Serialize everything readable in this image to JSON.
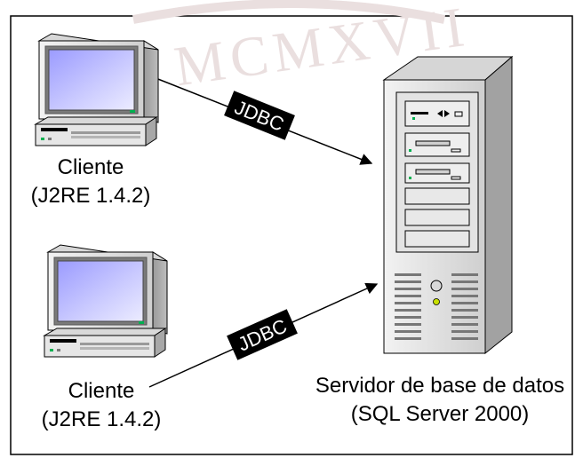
{
  "watermark": {
    "text": "MCMXVII",
    "color": "#eadfdf"
  },
  "nodes": {
    "client_top": {
      "name": "Cliente",
      "version": "(J2RE 1.4.2)",
      "icon": "desktop-computer-icon"
    },
    "client_bottom": {
      "name": "Cliente",
      "version": "(J2RE 1.4.2)",
      "icon": "desktop-computer-icon"
    },
    "server": {
      "name": "Servidor de base de datos",
      "version": "(SQL Server 2000)",
      "icon": "tower-server-icon"
    }
  },
  "connections": [
    {
      "from": "client_top",
      "to": "server",
      "label": "JDBC"
    },
    {
      "from": "client_bottom",
      "to": "server",
      "label": "JDBC"
    }
  ],
  "colors": {
    "border": "#000000",
    "case_light": "#e0e0e0",
    "case_mid": "#c8c8c8",
    "case_dark": "#8e8e8e",
    "screen": "#a5a5ff",
    "screen_glow": "#d8d8ff",
    "led_green": "#00b050",
    "tag_bg": "#000000",
    "tag_fg": "#ffffff"
  }
}
